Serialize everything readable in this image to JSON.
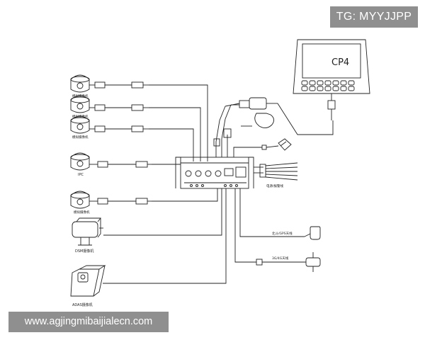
{
  "watermarks": {
    "tag": "TG: MYYJJPP",
    "url": "www.agjingmibaijialecn.com"
  },
  "diagram": {
    "monitor_label": "CP4",
    "camera_labels": [
      "模拟摄像机",
      "模拟摄像机",
      "模拟摄像机",
      "IPC",
      "模拟摄像机"
    ],
    "dsm_label": "DSM摄像机",
    "adas_label": "ADAS摄像机",
    "power_label": "电源/报警线",
    "gps_label": "北斗/GPS天线",
    "antenna_4g_label": "3G/4G天线"
  },
  "colors": {
    "line": "#222222",
    "watermark_bg": "#8f8f8f"
  }
}
